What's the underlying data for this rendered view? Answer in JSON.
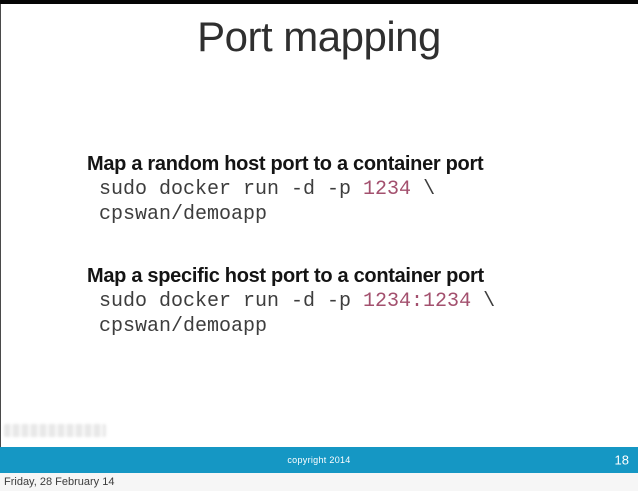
{
  "slide": {
    "title": "Port mapping",
    "sections": [
      {
        "heading": "Map a random host port to a container port",
        "code_lines": [
          {
            "pre": "sudo docker run -d -p ",
            "highlight": "1234",
            "post": " \\"
          },
          {
            "pre": "cpswan/demoapp",
            "highlight": "",
            "post": ""
          }
        ]
      },
      {
        "heading": "Map a specific host port to a container port",
        "code_lines": [
          {
            "pre": "sudo docker run -d -p ",
            "highlight": "1234:1234",
            "post": " \\"
          },
          {
            "pre": "cpswan/demoapp",
            "highlight": "",
            "post": ""
          }
        ]
      }
    ],
    "footer": {
      "copyright": "copyright 2014",
      "page_number": "18"
    }
  },
  "status_bar": {
    "date_text": "Friday, 28 February 14"
  },
  "colors": {
    "footer_bar": "#1597c4",
    "code_highlight": "#a3506e",
    "top_edge": "#050505"
  }
}
